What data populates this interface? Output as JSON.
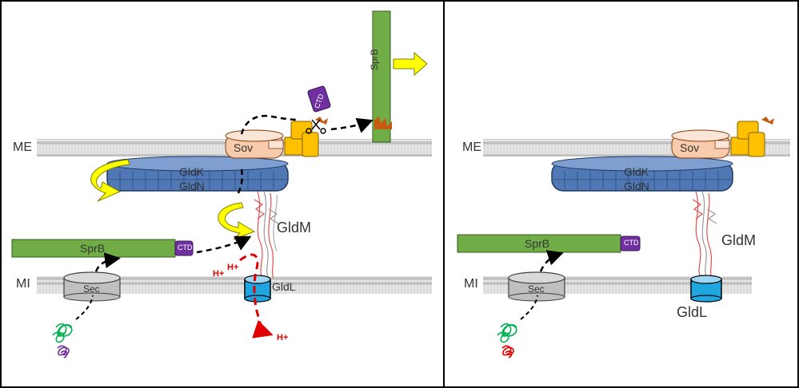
{
  "figure": {
    "panels": [
      {
        "id": "left",
        "labels": {
          "me": "ME",
          "mi": "MI",
          "sov": "Sov",
          "gldk": "GldK",
          "gldn": "GldN",
          "gldm": "GldM",
          "gldl": "GldL",
          "sec": "Sec",
          "sprb_horizontal": "SprB",
          "sprb_vertical": "SprB",
          "ctd_horizontal": "CTD",
          "ctd_cleaved": "CTD",
          "hplus_1": "H+",
          "hplus_2": "H+",
          "hplus_3": "H+"
        }
      },
      {
        "id": "right",
        "labels": {
          "me": "ME",
          "mi": "MI",
          "sov": "Sov",
          "gldk": "GldK",
          "gldn": "GldN",
          "gldm": "GldM",
          "gldl": "GldL",
          "sec": "Sec",
          "sprb_horizontal": "SprB",
          "ctd_horizontal": "CTD"
        }
      }
    ],
    "colors": {
      "membrane": "#d9d9d9",
      "sprb_green": "#70ad47",
      "ctd_purple": "#7030a0",
      "gldkn_blue": "#4f78b5",
      "gldl_cyan": "#1fa5e0",
      "sov_peach": "#f8cbad",
      "yellow_arrow": "#ffff00",
      "proton_red": "#e00000",
      "sec_gray": "#bfbfbf",
      "gold_protein": "#ffc000"
    }
  }
}
